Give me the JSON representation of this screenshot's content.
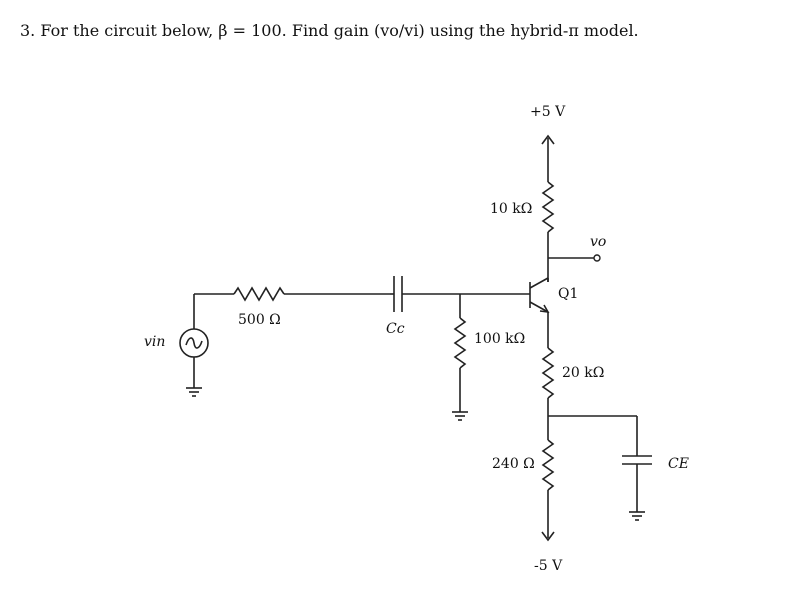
{
  "problem": {
    "number": "3.",
    "text": "For the circuit below, β = 100. Find gain (vo/vi) using the hybrid-π model."
  },
  "labels": {
    "vcc": "+5 V",
    "rc": "10 kΩ",
    "vo": "vo",
    "q1": "Q1",
    "rs": "500 Ω",
    "cc": "Cc",
    "vin": "vin",
    "rb": "100 kΩ",
    "re1": "20 kΩ",
    "re2": "240 Ω",
    "ce": "CE",
    "vee": "-5 V"
  }
}
